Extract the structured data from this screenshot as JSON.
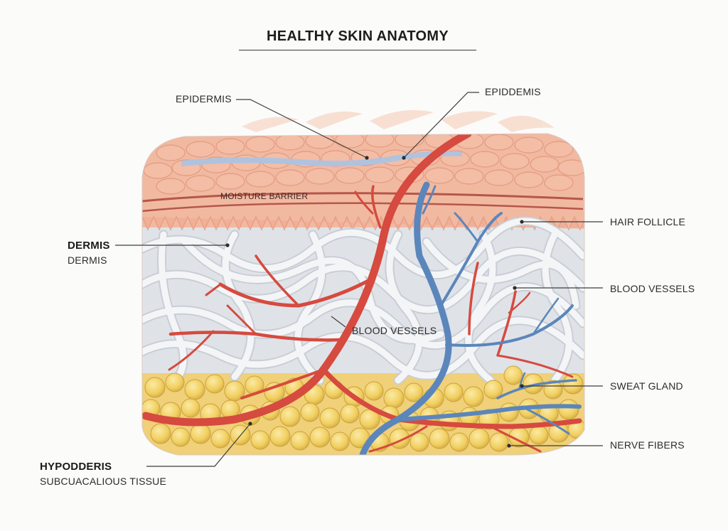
{
  "title": "HEALTHY SKIN ANATOMY",
  "labels": {
    "epidermis_left": "EPIDERMIS",
    "epidermis_top": "EPIDDEMIS",
    "moisture_barrier": "MOISTURE BARRIER",
    "dermis_title": "DERMIS",
    "dermis_sub": "DERMIS",
    "blood_vessels_center": "BLOOD VESSELS",
    "hair_follicle": "HAIR FOLLICLE",
    "blood_vessels_right": "BLOOD VESSELS",
    "sweat_gland": "SWEAT GLAND",
    "nerve_fibers": "NERVE FIBERS",
    "hypodermis_title": "HYPODDERIS",
    "hypodermis_sub": "SUBCUACALIOUS TISSUE"
  },
  "colors": {
    "epidermis": "#f2b9a1",
    "epidermis_cells": "#eda58b",
    "moisture_band": "#a9c3e4",
    "barrier_line": "#b5574a",
    "dermis_fiber": "#e8ebef",
    "fat": "#f3d36a",
    "artery": "#d64a3f",
    "vein": "#5b86bb"
  }
}
